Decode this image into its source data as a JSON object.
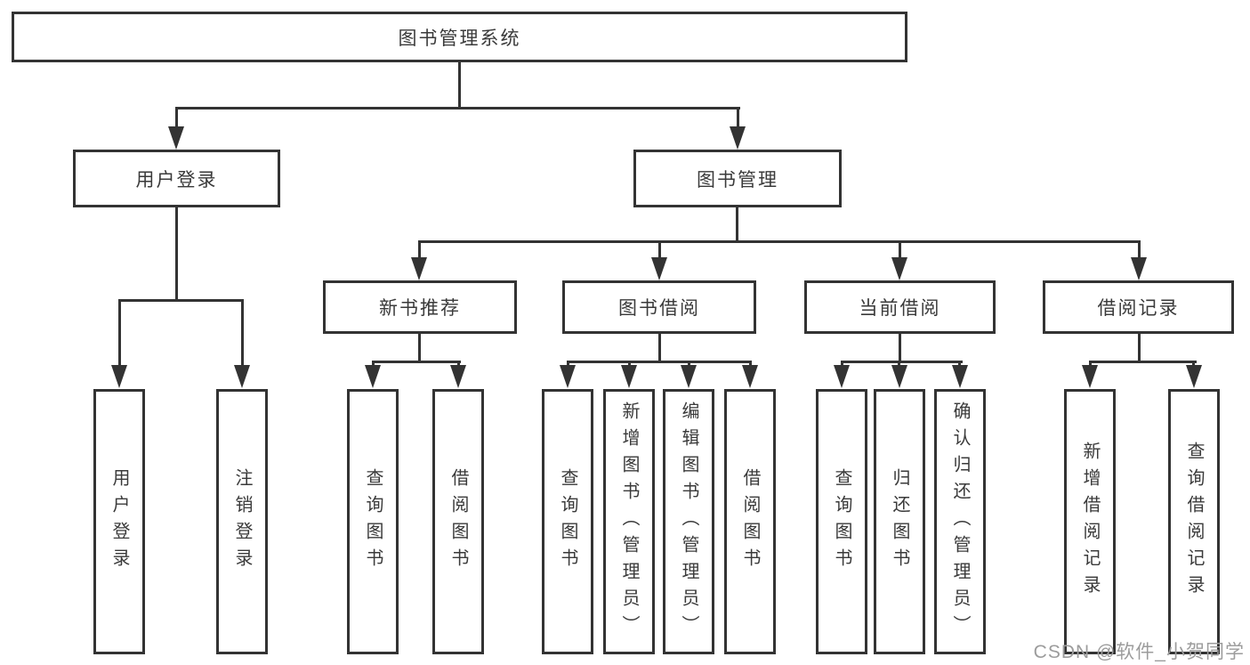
{
  "colors": {
    "line": "#333333",
    "text": "#3a3a3a",
    "watermark": "#9c9c9c",
    "background": "#ffffff"
  },
  "watermark": {
    "text": "CSDN @软件_小贺同学"
  },
  "diagram": {
    "type": "hierarchy-tree",
    "root": {
      "label": "图书管理系统",
      "children": [
        {
          "label": "用户登录",
          "children": [
            {
              "label": "用户登录"
            },
            {
              "label": "注销登录"
            }
          ]
        },
        {
          "label": "图书管理",
          "children": [
            {
              "label": "新书推荐",
              "children": [
                {
                  "label": "查询图书"
                },
                {
                  "label": "借阅图书"
                }
              ]
            },
            {
              "label": "图书借阅",
              "children": [
                {
                  "label": "查询图书"
                },
                {
                  "label": "新增图书（管理员）"
                },
                {
                  "label": "编辑图书（管理员）"
                },
                {
                  "label": "借阅图书"
                }
              ]
            },
            {
              "label": "当前借阅",
              "children": [
                {
                  "label": "查询图书"
                },
                {
                  "label": "归还图书"
                },
                {
                  "label": "确认归还（管理员）"
                }
              ]
            },
            {
              "label": "借阅记录",
              "children": [
                {
                  "label": "新增借阅记录"
                },
                {
                  "label": "查询借阅记录"
                }
              ]
            }
          ]
        }
      ]
    }
  }
}
